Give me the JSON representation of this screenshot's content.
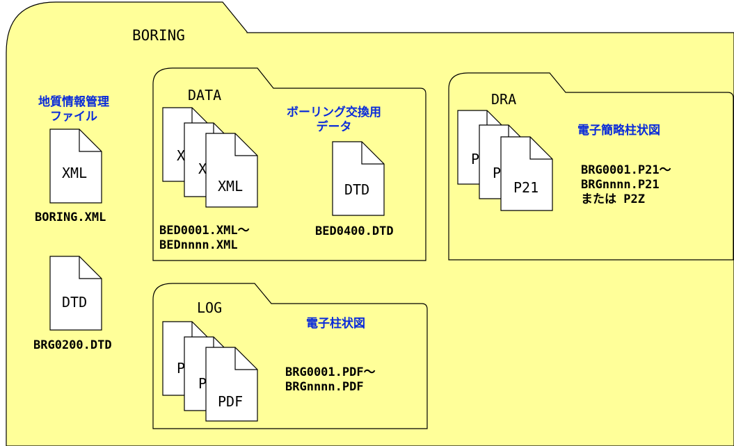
{
  "colors": {
    "folder_fill": "#ffff99",
    "outline": "#000000",
    "annotation": "#0a2bd9",
    "document_fill": "#ffffff"
  },
  "root_folder": {
    "name": "BORING",
    "root_files": {
      "caption": [
        "地質情報管理",
        "ファイル"
      ],
      "index_file": {
        "icon_label": "XML",
        "filename": "BORING.XML"
      },
      "dtd_file": {
        "icon_label": "DTD",
        "filename": "BRG0200.DTD"
      }
    }
  },
  "folders": {
    "data": {
      "name": "DATA",
      "docs": {
        "back": "X",
        "middle": "X",
        "front": "XML"
      },
      "filenames": [
        "BED0001.XML～",
        "BEDnnnn.XML"
      ],
      "caption": [
        "ボーリング交換用",
        "データ"
      ],
      "dtd": {
        "icon_label": "DTD",
        "filename": "BED0400.DTD"
      }
    },
    "dra": {
      "name": "DRA",
      "docs": {
        "back": "P",
        "middle": "P",
        "front": "P21"
      },
      "caption": "電子簡略柱状図",
      "filenames": [
        "BRG0001.P21～",
        "BRGnnnn.P21",
        "または P2Z"
      ]
    },
    "log": {
      "name": "LOG",
      "docs": {
        "back": "P",
        "middle": "P",
        "front": "PDF"
      },
      "caption": "電子柱状図",
      "filenames": [
        "BRG0001.PDF～",
        "BRGnnnn.PDF"
      ]
    }
  }
}
